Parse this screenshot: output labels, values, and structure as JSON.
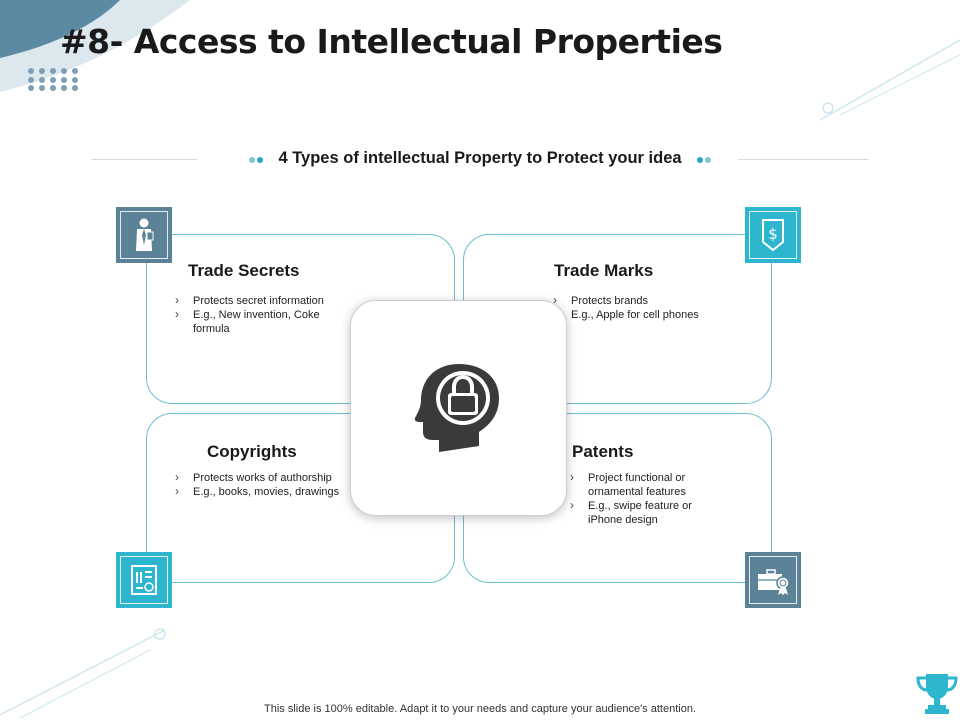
{
  "slide": {
    "title": "#8- Access to Intellectual Properties",
    "subtitle": "4 Types of intellectual Property to Protect your idea",
    "footer": "This slide is 100% editable. Adapt it to your needs and capture your audience's attention."
  },
  "colors": {
    "teal": "#2eb6cf",
    "slate": "#5b8296",
    "card_border": "#6bbdd0",
    "dark_icon": "#3a3a3a"
  },
  "quadrants": [
    {
      "id": "trade-secrets",
      "title": "Trade Secrets",
      "icon": "person-secret-icon",
      "bullets": [
        "Protects secret information",
        "E.g., New invention, Coke formula"
      ]
    },
    {
      "id": "trade-marks",
      "title": "Trade Marks",
      "icon": "dollar-tag-icon",
      "bullets": [
        "Protects brands",
        "E.g., Apple for cell phones"
      ]
    },
    {
      "id": "copyrights",
      "title": "Copyrights",
      "icon": "copyright-document-icon",
      "bullets": [
        "Protects works of authorship",
        "E.g., books, movies, drawings"
      ]
    },
    {
      "id": "patents",
      "title": "Patents",
      "icon": "briefcase-award-icon",
      "bullets": [
        "Project functional or ornamental features",
        "E.g., swipe feature or iPhone design"
      ]
    }
  ],
  "center_icon": "head-lock-icon",
  "corner_icon": "trophy-icon"
}
